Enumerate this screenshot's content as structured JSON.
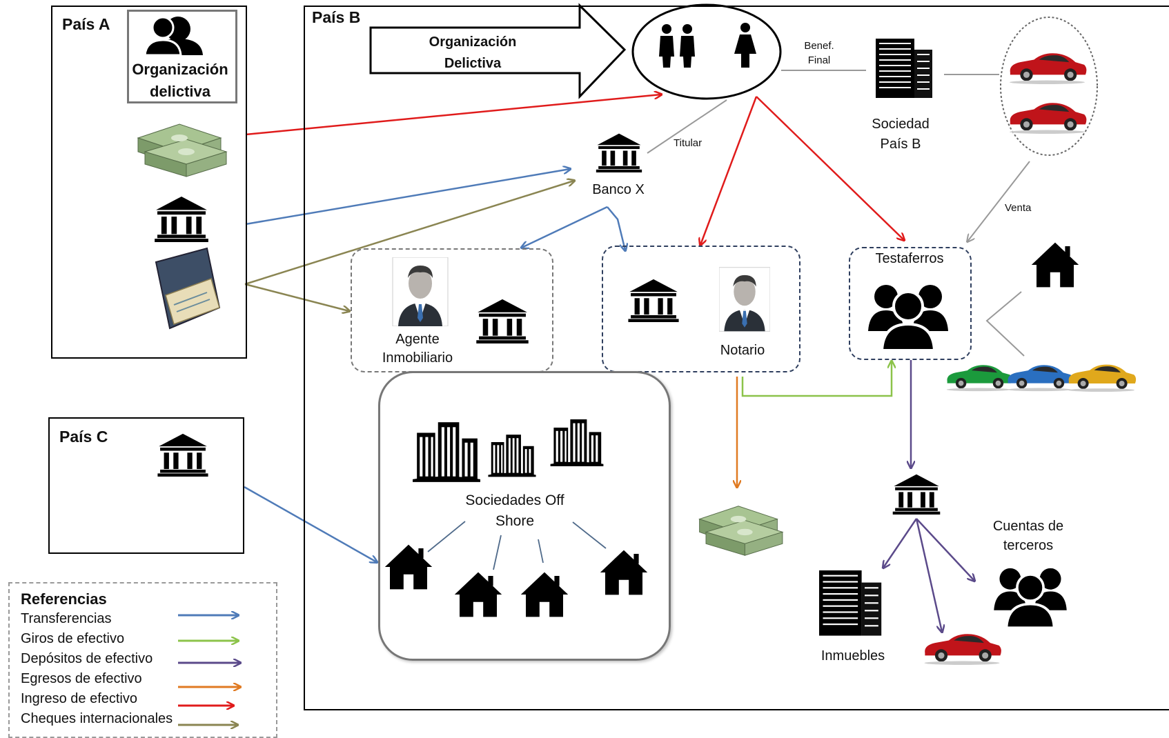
{
  "countries": {
    "a": "País A",
    "b": "País B",
    "c": "País C"
  },
  "org_box": {
    "line1": "Organización",
    "line2": "delictiva"
  },
  "arrow_big": {
    "line1": "Organización",
    "line2": "Delictiva"
  },
  "labels": {
    "benef_line1": "Benef.",
    "benef_line2": "Final",
    "titular": "Titular",
    "banco_x": "Banco X",
    "sociedad_line1": "Sociedad",
    "sociedad_line2": "País B",
    "venta": "Venta",
    "agente_line1": "Agente",
    "agente_line2": "Inmobiliario",
    "notario": "Notario",
    "testaferros": "Testaferros",
    "offshore_line1": "Sociedades Off",
    "offshore_line2": "Shore",
    "cuentas_line1": "Cuentas de",
    "cuentas_line2": "terceros",
    "inmuebles": "Inmuebles"
  },
  "legend": {
    "title": "Referencias",
    "items": [
      {
        "label": "Transferencias",
        "color": "#4f7bb8"
      },
      {
        "label": "Giros de efectivo",
        "color": "#8cc34a"
      },
      {
        "label": "Depósitos de efectivo",
        "color": "#5b4a8a"
      },
      {
        "label": "Egresos de efectivo",
        "color": "#e07a22"
      },
      {
        "label": "Ingreso de efectivo",
        "color": "#e01b1b"
      },
      {
        "label": "Cheques internacionales",
        "color": "#8a8552"
      }
    ]
  },
  "colors": {
    "transfer": "#4f7bb8",
    "giros": "#8cc34a",
    "depositos": "#5b4a8a",
    "egresos": "#e07a22",
    "ingreso": "#e01b1b",
    "cheques": "#8a8552",
    "car_red": "#c0141a",
    "car_green": "#1b9a3c",
    "car_blue": "#2a6fc0",
    "car_yellow": "#e0a81c",
    "money": "#7ea36a"
  },
  "icons": [
    "people-icon",
    "money-icon",
    "bank-icon",
    "checkbook-icon",
    "building-icon",
    "car-icon",
    "house-icon",
    "businessman-icon",
    "group-icon",
    "skyscraper-icon"
  ]
}
